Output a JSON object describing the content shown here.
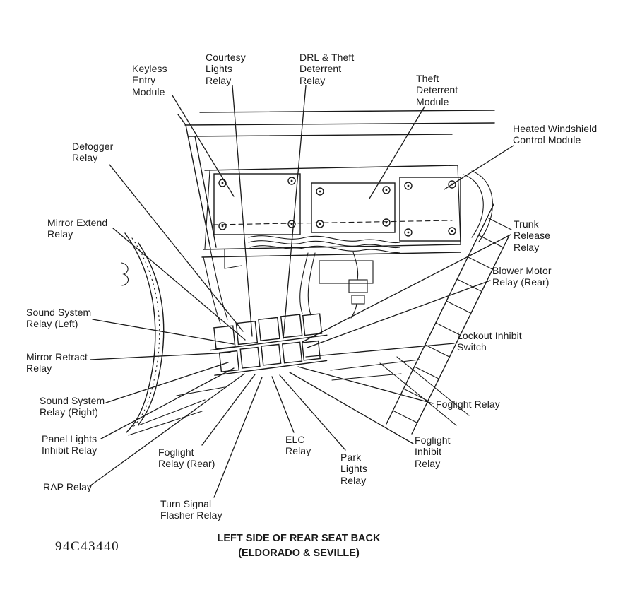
{
  "part_number": "94C43440",
  "caption": {
    "line1": "LEFT SIDE OF REAR SEAT BACK",
    "line2": "(ELDORADO & SEVILLE)"
  },
  "labels": {
    "keyless_entry_module": "Keyless\nEntry\nModule",
    "courtesy_lights_relay": "Courtesy\nLights\nRelay",
    "drl_theft_deterrent_relay": "DRL & Theft\nDeterrent\nRelay",
    "theft_deterrent_module": "Theft\nDeterrent\nModule",
    "heated_windshield_control_module": "Heated Windshield\nControl Module",
    "defogger_relay": "Defogger\nRelay",
    "mirror_extend_relay": "Mirror Extend\nRelay",
    "sound_system_relay_left": "Sound System\nRelay (Left)",
    "mirror_retract_relay": "Mirror Retract\nRelay",
    "sound_system_relay_right": "Sound System\nRelay (Right)",
    "panel_lights_inhibit_relay": "Panel Lights\nInhibit Relay",
    "rap_relay": "RAP Relay",
    "foglight_relay_rear": "Foglight\nRelay (Rear)",
    "turn_signal_flasher_relay": "Turn Signal\nFlasher Relay",
    "elc_relay": "ELC\nRelay",
    "park_lights_relay": "Park\nLights\nRelay",
    "foglight_inhibit_relay": "Foglight\nInhibit\nRelay",
    "foglight_relay": "Foglight Relay",
    "lockout_inhibit_switch": "Lockout Inhibit\nSwitch",
    "blower_motor_relay_rear": "Blower Motor\nRelay (Rear)",
    "trunk_release_relay": "Trunk\nRelease\nRelay"
  },
  "colors": {
    "ink": "#1a1a1a",
    "background": "#ffffff"
  }
}
